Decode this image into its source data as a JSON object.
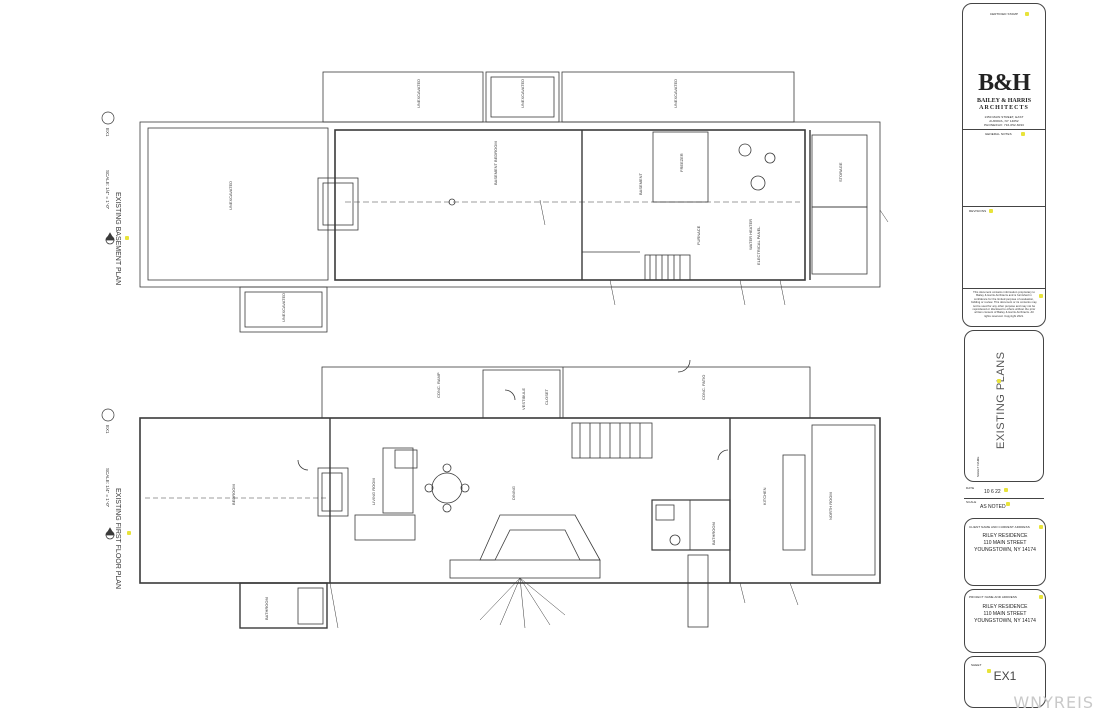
{
  "sheet": {
    "plan_titles": {
      "basement": "EXISTING BASEMENT PLAN",
      "basement_scale": "SCALE: 1/4\" = 1'-0\"",
      "basement_num": "EX1",
      "first_floor": "EXISTING FIRST FLOOR PLAN",
      "first_floor_scale": "SCALE: 1/4\" = 1'-0\"",
      "first_floor_num": "EX1"
    },
    "basement_labels": {
      "unexcavated_left": "UNEXCAVATED",
      "unexcavated_top_1": "UNEXCAVATED",
      "unexcavated_top_2": "UNEXCAVATED",
      "unexcavated_top_3": "UNEXCAVATED",
      "unexcavated_bottom": "UNEXCAVATED",
      "freezer": "FREEZER",
      "basement_bedroom": "BASEMENT BEDROOM",
      "basement_area": "BASEMENT",
      "storage": "STORAGE",
      "water_heater": "WATER HEATER",
      "furnace": "FURNACE",
      "electrical_panel": "ELECTRICAL PANEL"
    },
    "first_floor_labels": {
      "bedroom_1": "BEDROOM",
      "living_room": "LIVING ROOM",
      "dining": "DINING",
      "kitchen": "KITCHEN",
      "bathroom": "BATHROOM",
      "north_room": "NORTH ROOM",
      "vestibule": "VESTIBULE",
      "closet": "CLOSET",
      "conc_patio": "CONC. PATIO",
      "conc_ramp": "CONC. RAMP",
      "bathroom_2": "BATHROOM"
    },
    "title_block": {
      "certified_stamp": "CERTIFIED STAMP",
      "logo": "B&H",
      "firm_name": "BAILEY & HARRIS",
      "firm_sub": "ARCHITECTS",
      "address_1": "1350 MAIN STREET, EAST",
      "address_2": "AURORA, NY 14052",
      "phone": "PHONE/FAX: 716-652-6033",
      "general_notes": "GENERAL NOTES",
      "revisions": "REVISIONS",
      "copyright": "This document contains information proprietary to Bailey & Harris Architects and is furnished in confidence for the limited purpose of evaluation, bidding or review. This document or its contents may not be used for any other purpose and may not be reproduced or disclosed to others without the prior written consent of Bailey & Harris Architects. All rights reserved. Copyright 2021.",
      "sheet_name_label": "SHEET NAME",
      "sheet_name": "EXISTING PLANS",
      "date_label": "DATE",
      "date": "10 6 22",
      "scale_label": "SCALE",
      "scale": "AS NOTED",
      "client_label": "CLIENT NAME AND CURRENT ADDRESS",
      "client_name": "RILEY RESIDENCE",
      "client_addr_1": "110 MAIN STREET",
      "client_addr_2": "YOUNGSTOWN, NY 14174",
      "project_label": "PROJECT NAME AND ADDRESS",
      "project_name": "RILEY RESIDENCE",
      "project_addr_1": "110 MAIN STREET",
      "project_addr_2": "YOUNGSTOWN, NY 14174",
      "sheet_label": "SHEET",
      "sheet_number": "EX1"
    },
    "watermark": "WNYREIS",
    "colors": {
      "line": "#3a3a3a",
      "sticky": "#e8e33a",
      "bg": "#ffffff"
    }
  }
}
